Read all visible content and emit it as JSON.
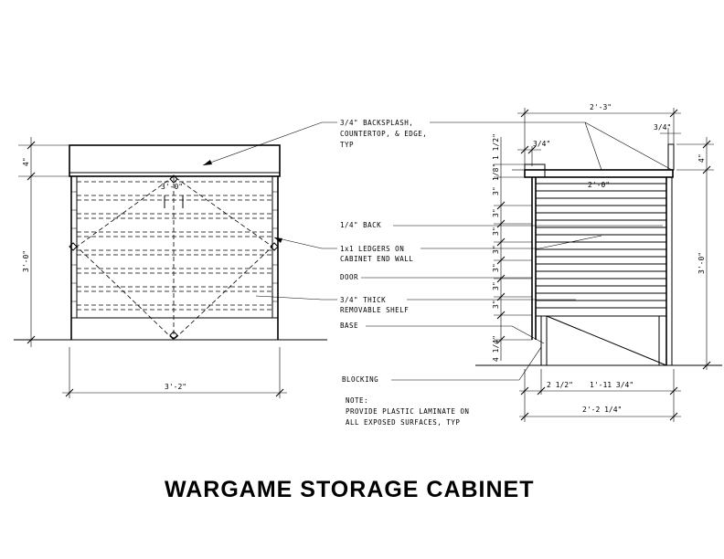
{
  "title": "WARGAME STORAGE CABINET",
  "front_elevation": {
    "width_label": "3'-2\"",
    "height_label": "3'-0\"",
    "top_label": "4\"",
    "inner_label": "3'-0\""
  },
  "side_section": {
    "overall_width_label": "2'-3\"",
    "overhang_label": "3/4\"",
    "backsplash_thk_label": "3/4\"",
    "top_label": "1 1/2\"",
    "counter_label": "1/8\"",
    "inner_width_label": "2'-0\"",
    "height_label": "3'-0\"",
    "right_top_label": "4\"",
    "spacing_labels": [
      "3\"",
      "3\"",
      "3\"",
      "3\"",
      "3\"",
      "3\"",
      "3\""
    ],
    "base_label": "4 1/4\"",
    "base_dims": [
      "2 1/2\"",
      "1'-11 3/4\""
    ],
    "overall_base_label": "2'-2 1/4\""
  },
  "callouts": {
    "backsplash": [
      "3/4\" BACKSPLASH,",
      "COUNTERTOP, & EDGE,",
      "TYP"
    ],
    "back": "1/4\" BACK",
    "ledgers": [
      "1x1 LEDGERS ON",
      "CABINET END WALL"
    ],
    "door": "DOOR",
    "shelf": [
      "3/4\" THICK",
      "REMOVABLE SHELF"
    ],
    "base": "BASE",
    "blocking": "BLOCKING"
  },
  "note": {
    "heading": "NOTE:",
    "lines": [
      "PROVIDE PLASTIC LAMINATE ON",
      "ALL EXPOSED SURFACES, TYP"
    ]
  }
}
